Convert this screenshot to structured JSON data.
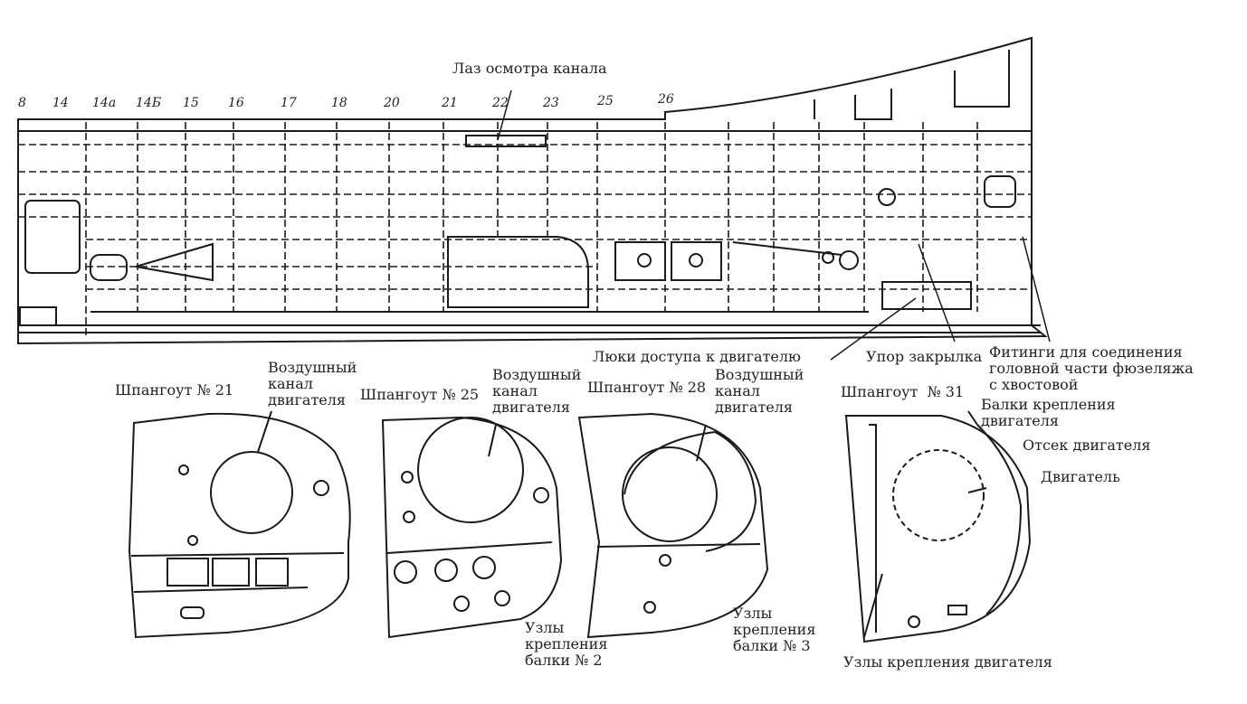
{
  "labels": {
    "inspection_hatch": "Лаз осмотра канала",
    "engine_access_hatches": "Люки доступа к двигателю",
    "flap_stop": "Упор закрылка",
    "tail_fittings": "Фитинги для соединения\nголовной части фюзеляжа\nс хвостовой",
    "frame21": "Шпангоут № 21",
    "air_duct_21": "Воздушный\nканал\nдвигателя",
    "frame25": "Шпангоут № 25",
    "air_duct_25": "Воздушный\nканал\nдвигателя",
    "frame28": "Шпангоут № 28",
    "air_duct_28": "Воздушный\nканал\nдвигателя",
    "frame31": "Шпангоут  № 31",
    "engine_beams": "Балки крепления\nдвигателя",
    "engine_bay": "Отсек двигателя",
    "engine": "Двигатель",
    "beam2_nodes": "Узлы\nкрепления\nбалки № 2",
    "beam3_nodes": "Узлы\nкрепления\nбалки № 3",
    "engine_mount_nodes": "Узлы крепления двигателя"
  },
  "frame_numbers": [
    "8",
    "14",
    "14a",
    "14Б",
    "15",
    "16",
    "17",
    "18",
    "20",
    "21",
    "22",
    "23",
    "25",
    "26"
  ]
}
